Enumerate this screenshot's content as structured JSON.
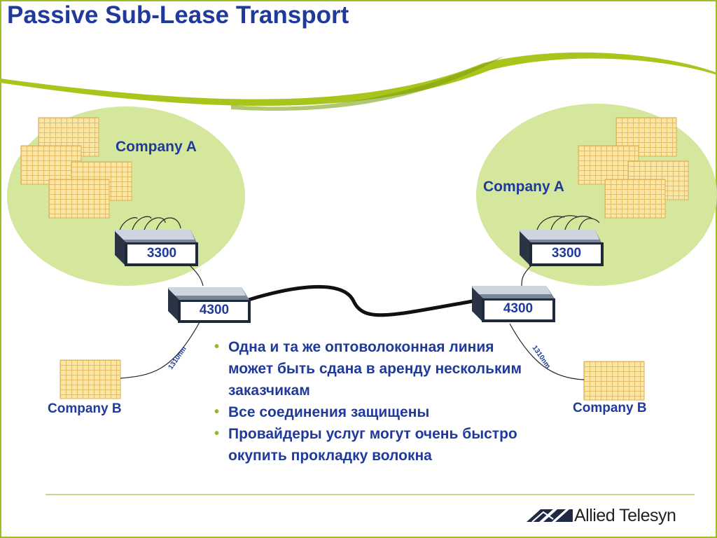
{
  "title": "Passive Sub-Lease Transport",
  "left_site": {
    "company_label": "Company A",
    "switch_label": "3300",
    "core_label": "4300"
  },
  "right_site": {
    "company_label": "Company A",
    "switch_label": "3300",
    "core_label": "4300"
  },
  "left_branch": {
    "company_label": "Company B",
    "wavelength_label": "1310nm"
  },
  "right_branch": {
    "company_label": "Company B",
    "wavelength_label": "1310nm"
  },
  "bullets": [
    "Одна и та же оптоволоконная линия может быть сдана в аренду нескольким заказчикам",
    "Все соединения защищены",
    "Провайдеры услуг могут очень быстро окупить прокладку волокна"
  ],
  "logo": {
    "text": "Allied Telesyn",
    "icon": "allied-telesyn-logo-icon"
  },
  "colors": {
    "title": "#1f3a9a",
    "frame": "#9bbd28",
    "ellipse": "#d4e79d",
    "swoosh": "#a9c41a",
    "building": "#fbe6a5"
  }
}
